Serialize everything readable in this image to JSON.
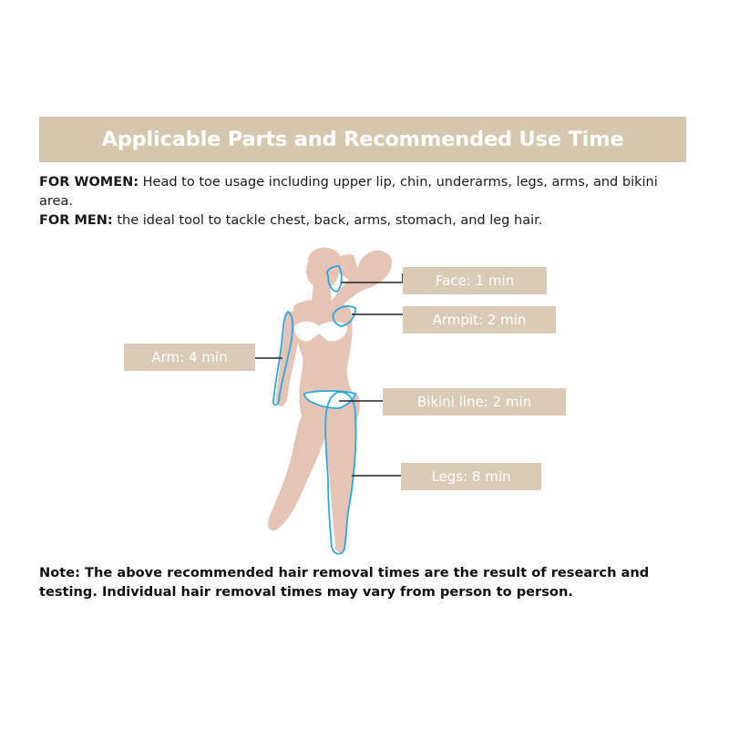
{
  "title": "Applicable Parts and Recommended Use Time",
  "intro": {
    "women_label": "FOR WOMEN:",
    "women_text": " Head to toe usage including upper lip, chin, underarms, legs, arms, and bikini area.",
    "men_label": "FOR MEN:",
    "men_text": " the ideal tool to tackle chest, back, arms, stomach, and leg hair."
  },
  "labels": {
    "face": "Face: 1 min",
    "armpit": "Armpit: 2 min",
    "arm": "Arm: 4 min",
    "bikini": "Bikini line: 2 min",
    "legs": "Legs: 8 min"
  },
  "note": "Note: The above recommended hair removal times are the result of research and testing. Individual hair removal times may vary from person to person.",
  "colors": {
    "banner": "#d5c6ae",
    "label_box": "#d9cbb6",
    "skin": "#e5c4b6",
    "outline": "#2ba8e0",
    "connector": "#222222"
  }
}
